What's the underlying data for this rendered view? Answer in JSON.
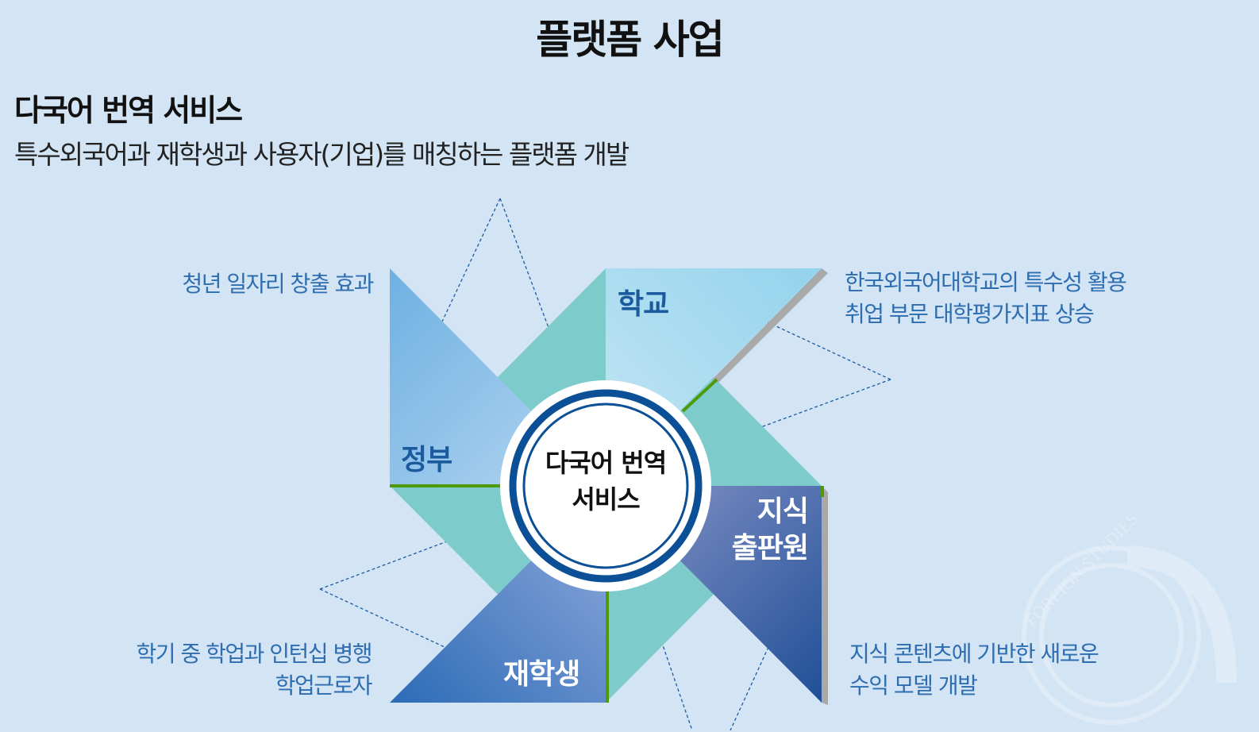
{
  "title": "플랫폼 사업",
  "subtitle": "다국어 번역 서비스",
  "description": "특수외국어과 재학생과 사용자(기업)를 매칭하는 플랫폼 개발",
  "center": {
    "line1": "다국어 번역",
    "line2": "서비스"
  },
  "blades": {
    "government": "정부",
    "school": "학교",
    "publisher_line1": "지식",
    "publisher_line2": "출판원",
    "students": "재학생"
  },
  "notes": {
    "government": "청년 일자리 창출 효과",
    "school_line1": "한국외국어대학교의 특수성 활용",
    "school_line2": "취업 부문 대학평가지표 상승",
    "students_line1": "학기 중 학업과 인턴십 병행",
    "students_line2": "학업근로자",
    "publisher_line1": "지식 콘텐츠에 기반한 새로운",
    "publisher_line2": "수익 모델 개발"
  },
  "watermark": "FOREIGN STUDIES",
  "colors": {
    "background": "#d3e5f4",
    "teal": "#7ecbcb",
    "navy": "#0b4f96",
    "green": "#4f9a0a",
    "note": "#2e6db0"
  }
}
